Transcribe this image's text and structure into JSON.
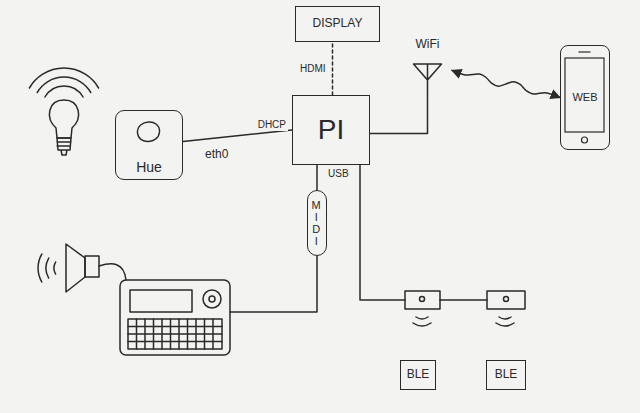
{
  "diagram": {
    "nodes": [
      {
        "text": [
          "DISPLAY"
        ]
      },
      {
        "text": [
          "WiFi"
        ]
      },
      {
        "text": [
          "WEB"
        ]
      },
      {
        "text": [
          "Hue"
        ]
      },
      {
        "text": [
          "PI"
        ]
      },
      {
        "text": [
          "MIDI"
        ]
      },
      {
        "text": [
          "BLE"
        ]
      },
      {
        "text": [
          "BLE"
        ]
      }
    ],
    "edges": [
      {
        "from": 4,
        "to": 0,
        "arrow": "none",
        "label": "HDMI"
      },
      {
        "from": 3,
        "to": 4,
        "arrow": "none",
        "label": "DHCP"
      },
      {
        "from": 4,
        "to": 1,
        "arrow": "none"
      },
      {
        "from": 1,
        "to": 2,
        "arrow": "both"
      },
      {
        "from": 4,
        "to": 5,
        "arrow": "none"
      }
    ],
    "labels": [
      "eth0",
      "USB"
    ]
  }
}
